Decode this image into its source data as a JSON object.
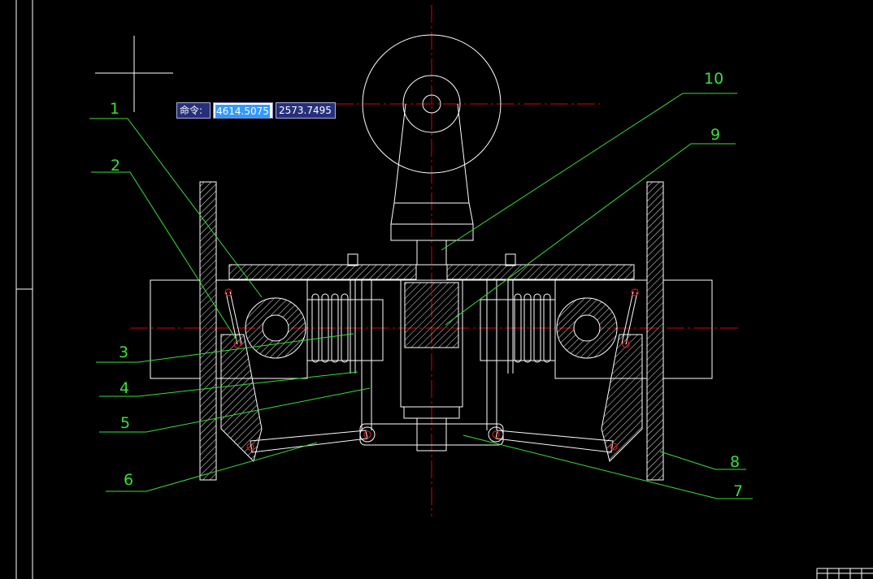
{
  "command": {
    "prompt": "命令:",
    "x_value": "4614.5075",
    "y_value": "2573.7495"
  },
  "callouts": [
    "1",
    "2",
    "3",
    "4",
    "5",
    "6",
    "7",
    "8",
    "9",
    "10"
  ],
  "colors": {
    "background": "#000000",
    "geometry": "#ffffff",
    "centerline": "#e00000",
    "leader": "#38e038",
    "pivot": "#e01010"
  },
  "icons": [
    "crosshair-cursor-icon"
  ]
}
